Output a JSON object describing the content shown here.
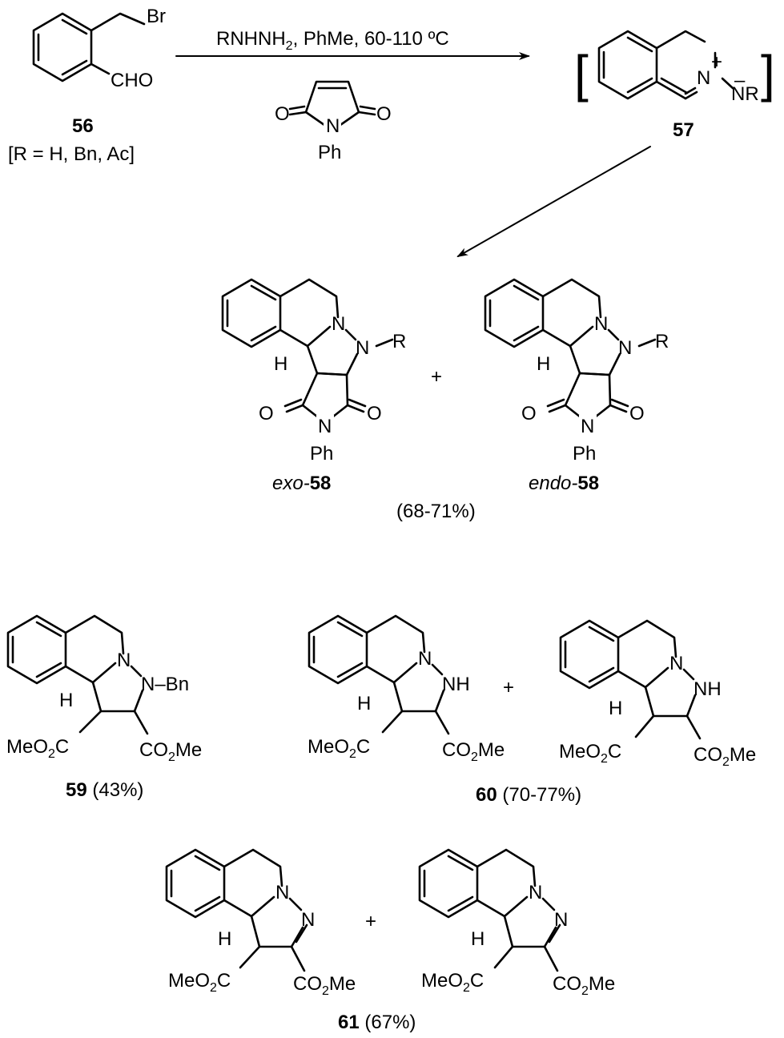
{
  "reaction": {
    "conditions": "RNHNH",
    "conditions_sub": "2",
    "conditions_tail": ", PhMe, 60-110 ºC",
    "maleimide_o_left": "O",
    "maleimide_o_right": "O",
    "maleimide_n": "N",
    "maleimide_ph": "Ph"
  },
  "compound_56": {
    "br": "Br",
    "cho": "CHO",
    "number": "56",
    "r_note": "[R = H, Bn, Ac]"
  },
  "compound_57": {
    "n_plus": "N",
    "plus": "+",
    "minus": "–",
    "nr": "NR",
    "number": "57",
    "bracket_left": "[",
    "bracket_right": "]"
  },
  "compound_58": {
    "exo_prefix": "exo-",
    "endo_prefix": "endo-",
    "number": "58",
    "yield": "(68-71%)",
    "plus": "+",
    "n1": "N",
    "nr": "N",
    "r": "R",
    "h": "H",
    "o": "O",
    "n_imide": "N",
    "ph": "Ph"
  },
  "compound_59": {
    "number": "59",
    "yield": "(43%)",
    "n": "N",
    "bn": "N–Bn",
    "h": "H",
    "ester_left": "MeO",
    "ester_left_sub": "2",
    "ester_left_tail": "C",
    "ester_right": "CO",
    "ester_right_sub": "2",
    "ester_right_tail": "Me"
  },
  "compound_60": {
    "number": "60",
    "yield": "(70-77%)",
    "plus": "+",
    "n": "N",
    "nh": "NH",
    "h": "H"
  },
  "compound_61": {
    "number": "61",
    "yield": "(67%)",
    "plus": "+",
    "n": "N",
    "n2": "N",
    "h": "H"
  }
}
